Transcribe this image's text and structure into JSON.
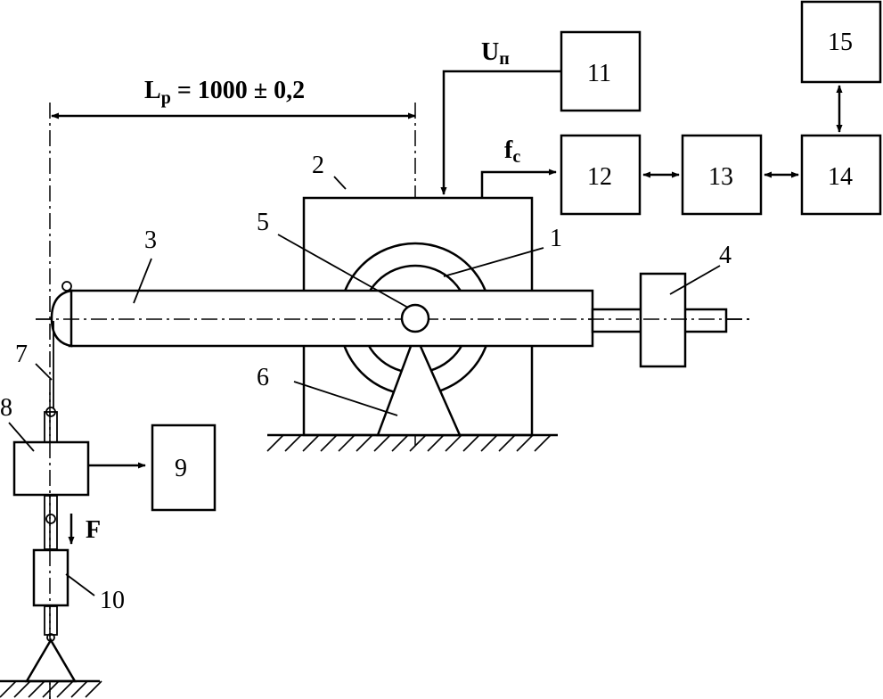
{
  "dimension": {
    "symbol_main": "L",
    "symbol_sub": "p",
    "value_text": " = 1000 ± 0,2"
  },
  "signals": {
    "voltage_main": "U",
    "voltage_sub": "п",
    "frequency_main": "f",
    "frequency_sub": "c",
    "force": "F"
  },
  "labels": {
    "n1": "1",
    "n2": "2",
    "n3": "3",
    "n4": "4",
    "n5": "5",
    "n6": "6",
    "n7": "7",
    "n8": "8",
    "n9": "9",
    "n10": "10",
    "n11": "11",
    "n12": "12",
    "n13": "13",
    "n14": "14",
    "n15": "15"
  }
}
